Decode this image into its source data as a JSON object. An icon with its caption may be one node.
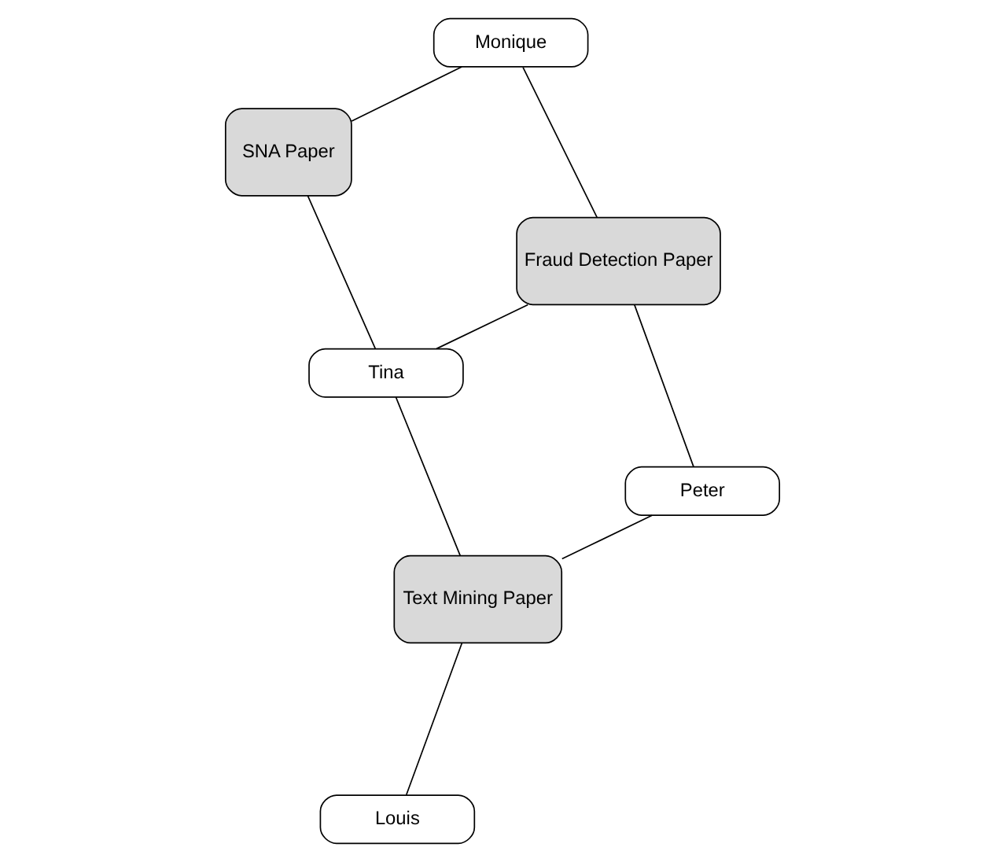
{
  "diagram": {
    "nodes": [
      {
        "text": [
          "Louis"
        ]
      },
      {
        "text": [
          "Peter"
        ]
      },
      {
        "text": [
          "Text Mining Paper"
        ]
      },
      {
        "text": [
          "Tina"
        ]
      },
      {
        "text": [
          "Fraud Detection Paper"
        ]
      },
      {
        "text": [
          "SNA Paper"
        ]
      },
      {
        "text": [
          "Monique"
        ]
      }
    ],
    "edges": [
      {
        "from": 0,
        "to": 2,
        "arrow": "none"
      },
      {
        "from": 1,
        "to": 2,
        "arrow": "none"
      },
      {
        "from": 1,
        "to": 4,
        "arrow": "none"
      },
      {
        "from": 3,
        "to": 2,
        "arrow": "none"
      },
      {
        "from": 3,
        "to": 4,
        "arrow": "none"
      },
      {
        "from": 3,
        "to": 5,
        "arrow": "none"
      },
      {
        "from": 5,
        "to": 6,
        "arrow": "none"
      },
      {
        "from": 4,
        "to": 6,
        "arrow": "none"
      }
    ]
  }
}
